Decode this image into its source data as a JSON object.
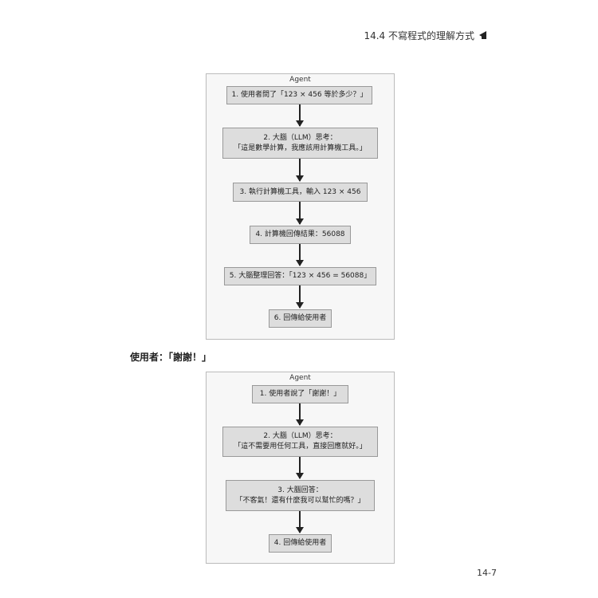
{
  "header": {
    "section": "14.4 不寫程式的理解方式",
    "icon": "left-arrow-icon"
  },
  "diagram1": {
    "title": "Agent",
    "nodes": [
      {
        "lines": [
          "1. 使用者問了「123 × 456 等於多少？」"
        ]
      },
      {
        "lines": [
          "2. 大腦（LLM）思考：",
          "「這是數學計算，我應該用計算機工具。」"
        ]
      },
      {
        "lines": [
          "3. 執行計算機工具，輸入 123 × 456"
        ]
      },
      {
        "lines": [
          "4. 計算機回傳結果：56088"
        ]
      },
      {
        "lines": [
          "5. 大腦整理回答：「123 × 456 = 56088」"
        ]
      },
      {
        "lines": [
          "6. 回傳給使用者"
        ]
      }
    ]
  },
  "caption": "使用者：「謝謝！」",
  "diagram2": {
    "title": "Agent",
    "nodes": [
      {
        "lines": [
          "1. 使用者說了「謝謝！」"
        ]
      },
      {
        "lines": [
          "2. 大腦（LLM）思考：",
          "「這不需要用任何工具，直接回應就好。」"
        ]
      },
      {
        "lines": [
          "3. 大腦回答：",
          "「不客氣！還有什麼我可以幫忙的嗎？」"
        ]
      },
      {
        "lines": [
          "4. 回傳給使用者"
        ]
      }
    ]
  },
  "page_number": "14-7"
}
